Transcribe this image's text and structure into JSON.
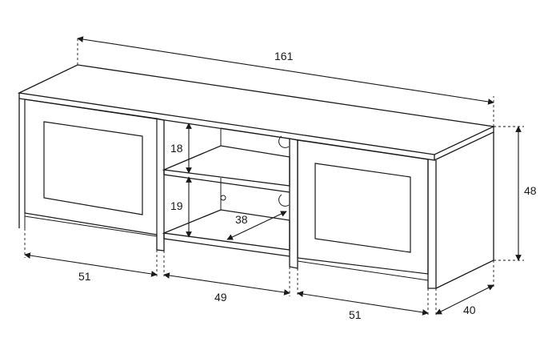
{
  "dimensions": {
    "overall_width": "161",
    "height": "48",
    "depth": "40",
    "left_door_width": "51",
    "center_opening_width": "49",
    "right_door_width": "51",
    "upper_shelf_height": "18",
    "lower_shelf_height": "19",
    "shelf_depth": "38"
  }
}
